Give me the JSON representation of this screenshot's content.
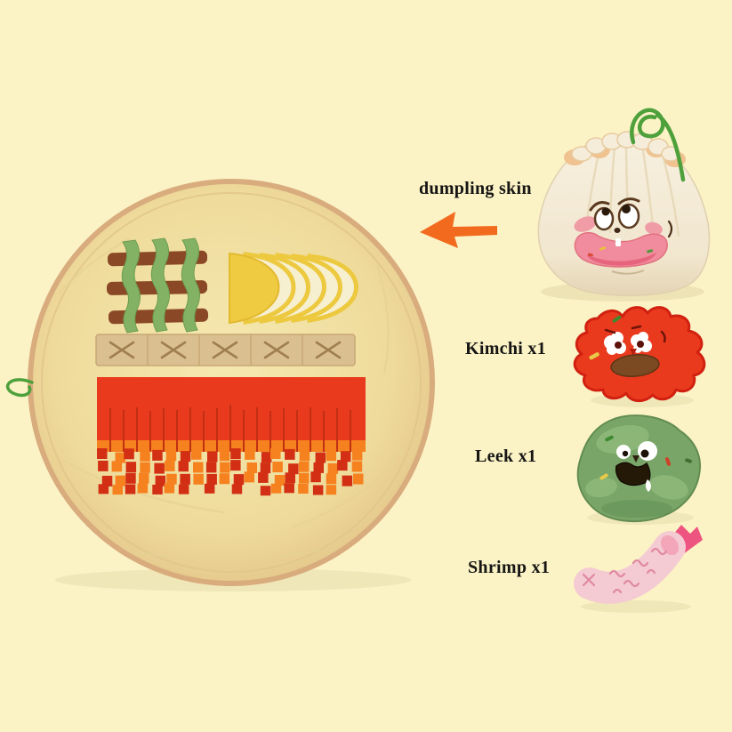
{
  "page": {
    "type": "product-infographic",
    "background_color": "#FBF3C6"
  },
  "labels": {
    "dumpling_skin": "dumpling skin",
    "kimchi": "Kimchi x1",
    "leek": "Leek x1",
    "shrimp": "Shrimp x1"
  },
  "callout": {
    "label": "dumpling skin",
    "arrow_direction": "left",
    "arrow_icon": "arrow-left-icon"
  },
  "items": [
    {
      "label": "dumpling skin",
      "depicts": "cream drawstring bag plush with embroidered face and green cord"
    },
    {
      "label": "Kimchi x1",
      "depicts": "red kimchi splat plush with worried face"
    },
    {
      "label": "Leek x1",
      "depicts": "green leek blob plush with frowning face"
    },
    {
      "label": "Shrimp x1",
      "depicts": "pink fried shrimp plush with forked tail"
    }
  ],
  "mat": {
    "depicts": "round dumpling-skin snuffle mat with lattice strips, dumpling slices, x-stitch band and red fringe kimchi panel"
  },
  "colors": {
    "background": "#FBF3C6",
    "text_color": "#161514",
    "arrow_orange": "#F26A1E",
    "kimchi_red": "#E93A1E",
    "fringe_orange": "#F5821F",
    "fringe_dark_red": "#D22F14",
    "mat_fill": "#F0DFA2",
    "mat_rim": "#D9AC7E",
    "bag_cream": "#F4ECD8",
    "cord_green": "#4EA03B",
    "leek_green": "#79A668",
    "shrimp_pink": "#F4CBD2",
    "lattice_brown": "#8A4826",
    "lattice_green": "#83B264",
    "slice_yellow": "#EECB40",
    "slice_cream": "#F6EFD0",
    "band_tan": "#DABF90"
  }
}
